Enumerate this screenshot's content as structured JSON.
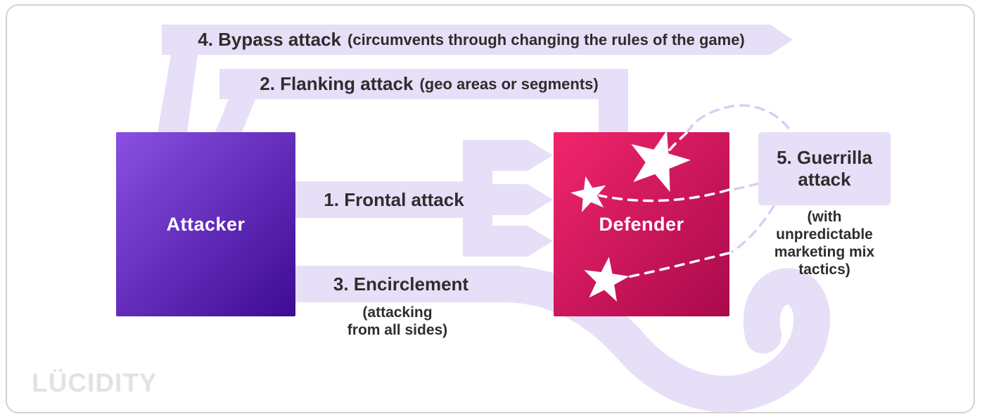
{
  "attacker": {
    "label": "Attacker"
  },
  "defender": {
    "label": "Defender"
  },
  "attacks": {
    "frontal": {
      "label": "1. Frontal attack"
    },
    "flanking": {
      "label": "2. Flanking attack",
      "note": "(geo areas or segments)"
    },
    "encirclement": {
      "label": "3. Encirclement",
      "note_lines": [
        "(attacking",
        "from all sides)"
      ]
    },
    "bypass": {
      "label": "4. Bypass attack",
      "note": "(circumvents through changing the rules of the game)"
    },
    "guerrilla": {
      "label_lines": [
        "5. Guerrilla",
        "attack"
      ],
      "note_lines": [
        "(with",
        "unpredictable",
        "marketing mix",
        "tactics)"
      ]
    }
  },
  "branding": {
    "logo": "LÜCIDITY"
  },
  "colors": {
    "arrow": "#E6DFF7",
    "dash": "#D9CEF2",
    "dash_inner": "#FFFFFF",
    "star": "#FFFFFF",
    "text": "#2D2D2D",
    "box_label": "#FFFFFF",
    "logo": "#E3E1E7",
    "card_border": "#D2D2D2",
    "attacker_grad_start": "#8A50E2",
    "attacker_grad_end": "#3E0B93",
    "defender_grad_start": "#F2256C",
    "defender_grad_end": "#A90A4C"
  }
}
